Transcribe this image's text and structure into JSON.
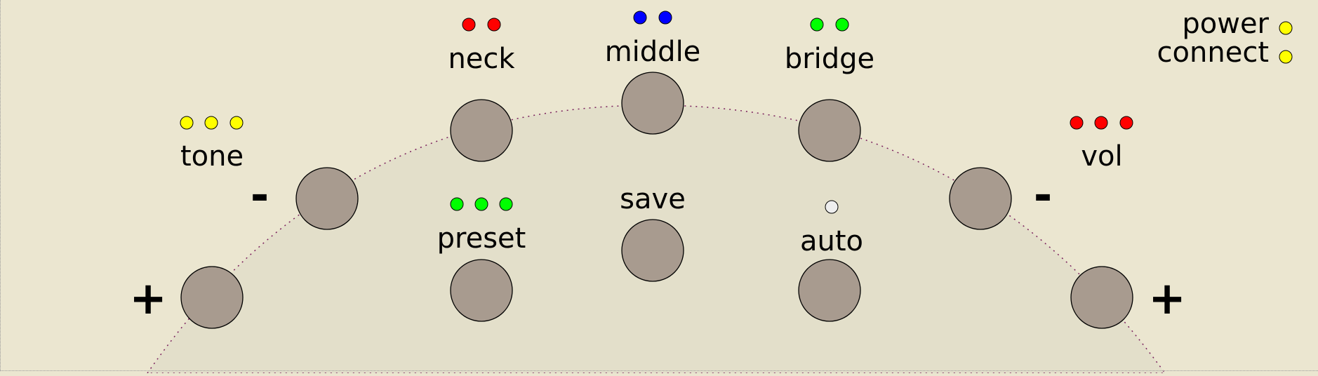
{
  "status": {
    "power_label": "power",
    "connect_label": "connect",
    "power_led_color": "#ffff00",
    "connect_led_color": "#ffff00"
  },
  "labels": {
    "neck": "neck",
    "middle": "middle",
    "bridge": "bridge",
    "tone": "tone",
    "vol": "vol",
    "preset": "preset",
    "save": "save",
    "auto": "auto"
  },
  "signs": {
    "tone_minus": "-",
    "tone_plus": "+",
    "vol_minus": "-",
    "vol_plus": "+"
  },
  "leds": {
    "neck": [
      "#ff0000",
      "#ff0000"
    ],
    "middle": [
      "#0000ff",
      "#0000ff"
    ],
    "bridge": [
      "#00ff00",
      "#00ff00"
    ],
    "tone": [
      "#ffff00",
      "#ffff00",
      "#ffff00"
    ],
    "vol": [
      "#ff0000",
      "#ff0000",
      "#ff0000"
    ],
    "preset": [
      "#00ff00",
      "#00ff00",
      "#00ff00"
    ],
    "auto": [
      "#eeeeee"
    ]
  },
  "colors": {
    "background": "#ebe6d0",
    "arc_fill": "#e3dfca",
    "arc_line": "#7a1f5c",
    "button": "#a89b8f"
  }
}
